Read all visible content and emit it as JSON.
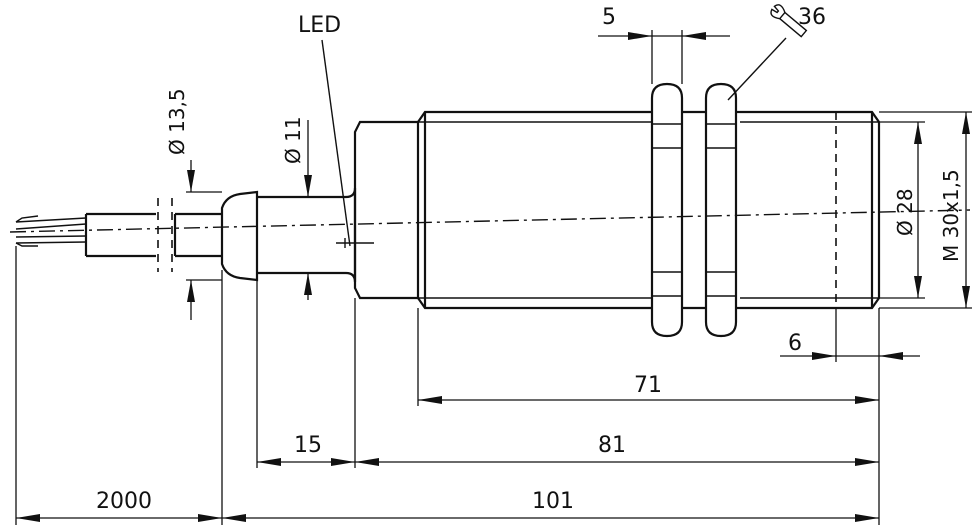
{
  "drawing": {
    "led_label": "LED",
    "dims": {
      "d_13_5": "Ø 13,5",
      "d_11": "Ø 11",
      "d_28": "Ø 28",
      "thread": "M 30x1,5",
      "nut_width": "5",
      "wrench": "36",
      "thread_end": "6",
      "thread_len": "71",
      "l_15": "15",
      "l_81": "81",
      "l_2000": "2000",
      "l_101": "101"
    },
    "icons": [
      "wrench-icon"
    ]
  }
}
